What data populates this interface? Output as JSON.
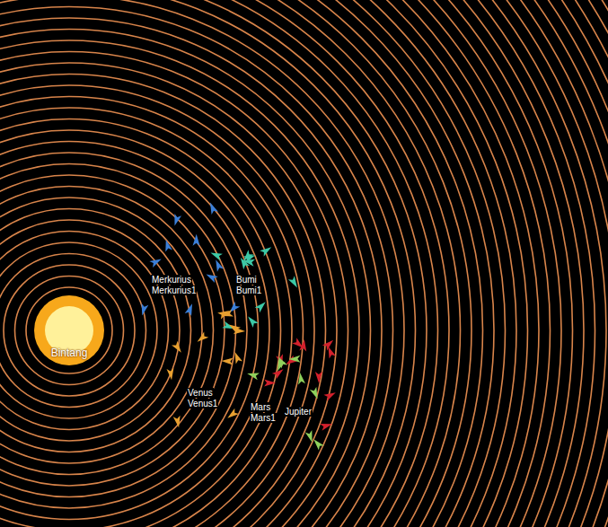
{
  "diagram": {
    "nodes": [
      {
        "text": [
          "Bintang"
        ]
      }
    ],
    "labels": [
      "Merkurius",
      "Merkurius1",
      "Bumi",
      "Bumi1",
      "Venus",
      "Venus1",
      "Mars",
      "Mars1",
      "Jupiter"
    ]
  }
}
